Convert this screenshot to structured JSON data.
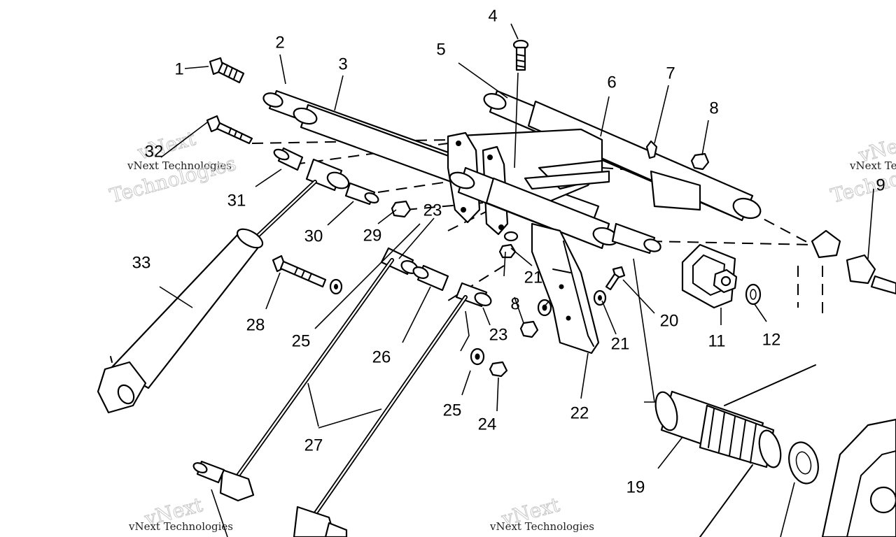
{
  "callouts": {
    "c1": "1",
    "c2": "2",
    "c3": "3",
    "c4": "4",
    "c5": "5",
    "c6": "6",
    "c7": "7",
    "c8a": "8",
    "c8b": "8",
    "c9": "9",
    "c11": "11",
    "c12": "12",
    "c19": "19",
    "c20": "20",
    "c21a": "21",
    "c21b": "21",
    "c22": "22",
    "c23a": "23",
    "c23b": "23",
    "c24": "24",
    "c25a": "25",
    "c25b": "25",
    "c26": "26",
    "c27": "27",
    "c28": "28",
    "c29": "29",
    "c30": "30",
    "c31": "31",
    "c32": "32",
    "c33": "33"
  },
  "watermark": {
    "line1": "vNext Technologies",
    "line2": "vNext",
    "line3": "Technologies"
  }
}
